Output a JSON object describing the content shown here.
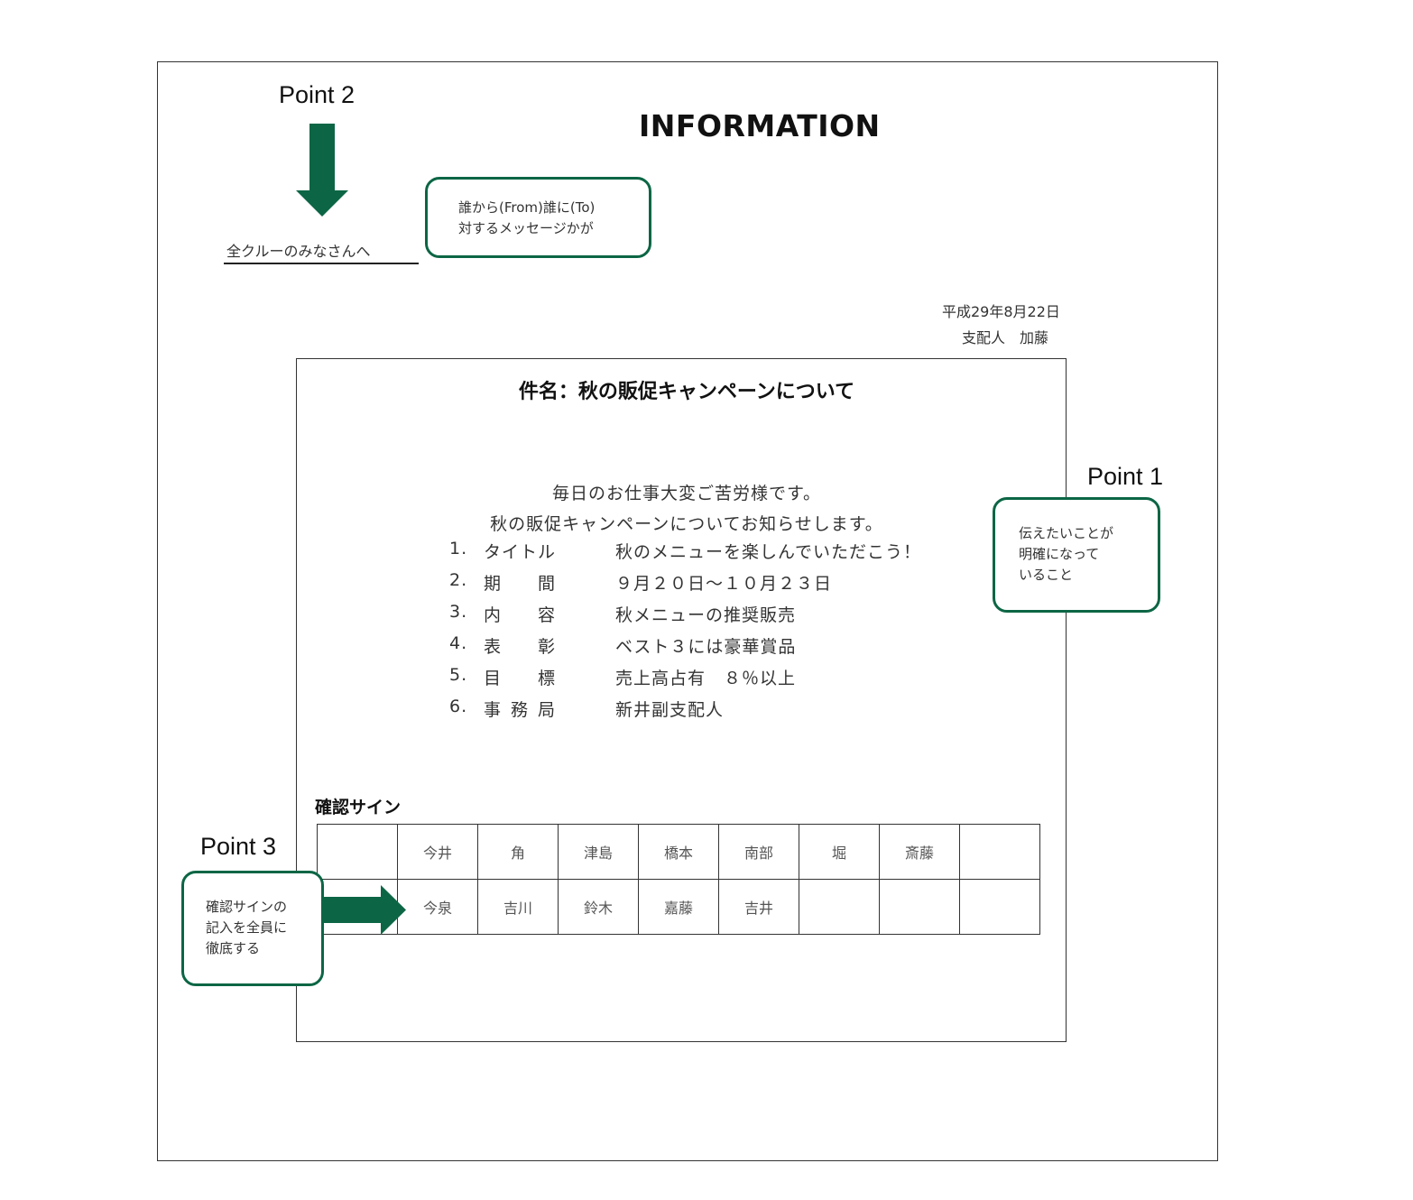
{
  "header": {
    "title": "INFORMATION",
    "to_line": "全クルーのみなさんへ",
    "date": "平成29年8月22日",
    "sender": "支配人　加藤"
  },
  "points": {
    "point1": {
      "label": "Point 1",
      "lines": [
        "伝えたいことが",
        "明確になって",
        "いること"
      ]
    },
    "point2": {
      "label": "Point 2",
      "lines": [
        "誰から(From)誰に(To)",
        "対するメッセージかが"
      ]
    },
    "point3": {
      "label": "Point 3",
      "lines": [
        "確認サインの",
        "記入を全員に",
        "徹底する"
      ]
    }
  },
  "body": {
    "subject": "件名：秋の販促キャンペーンについて",
    "greeting1": "毎日のお仕事大変ご苦労様です。",
    "greeting2": "秋の販促キャンペーンについてお知らせします。",
    "items": [
      {
        "num": "1.",
        "label": "タイトル",
        "value": "秋のメニューを楽しんでいただこう！"
      },
      {
        "num": "2.",
        "label": "期間",
        "value": "９月２０日～１０月２３日"
      },
      {
        "num": "3.",
        "label": "内容",
        "value": "秋メニューの推奨販売"
      },
      {
        "num": "4.",
        "label": "表彰",
        "value": "ベスト３には豪華賞品"
      },
      {
        "num": "5.",
        "label": "目標",
        "value": "売上高占有　８％以上"
      },
      {
        "num": "6.",
        "label": "事務局",
        "value": "新井副支配人"
      }
    ]
  },
  "sign": {
    "label": "確認サイン",
    "rows": [
      [
        "",
        "今井",
        "角",
        "津島",
        "橋本",
        "南部",
        "堀",
        "斎藤",
        ""
      ],
      [
        "",
        "今泉",
        "吉川",
        "鈴木",
        "嘉藤",
        "吉井",
        "",
        "",
        ""
      ]
    ]
  },
  "colors": {
    "accent": "#0c6645"
  },
  "icons": {
    "down_arrow": "arrow-down-icon",
    "right_arrow": "arrow-right-icon"
  }
}
